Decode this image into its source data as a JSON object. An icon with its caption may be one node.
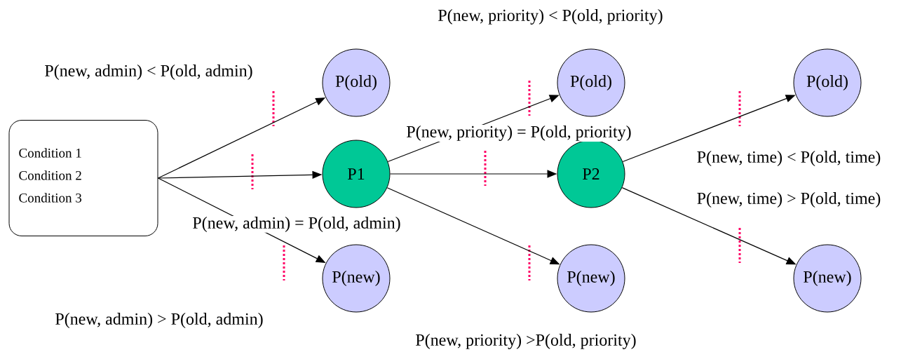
{
  "diagram": {
    "nodes": [
      {
        "text": [
          "Condition 1",
          "Condition 2",
          "Condition 3"
        ]
      },
      {
        "text": [
          "P(old)"
        ]
      },
      {
        "text": [
          "P1"
        ]
      },
      {
        "text": [
          "P(new)"
        ]
      },
      {
        "text": [
          "P(old)"
        ]
      },
      {
        "text": [
          "P2"
        ]
      },
      {
        "text": [
          "P(new)"
        ]
      },
      {
        "text": [
          "P(old)"
        ]
      },
      {
        "text": [
          "P(new)"
        ]
      }
    ],
    "edges": [
      {
        "from": 0,
        "to": 1,
        "arrow": "to"
      },
      {
        "from": 0,
        "to": 2,
        "arrow": "to"
      },
      {
        "from": 0,
        "to": 3,
        "arrow": "to"
      },
      {
        "from": 2,
        "to": 4,
        "arrow": "to"
      },
      {
        "from": 2,
        "to": 5,
        "arrow": "to"
      },
      {
        "from": 2,
        "to": 6,
        "arrow": "to"
      },
      {
        "from": 5,
        "to": 7,
        "arrow": "to"
      },
      {
        "from": 5,
        "to": 8,
        "arrow": "to"
      }
    ],
    "labels": [
      "P(new, priority) < P(old, priority)",
      "P(new, admin) < P(old, admin)",
      "P(new, priority) = P(old, priority)",
      "P(new, time) < P(old, time)",
      "P(new, time) > P(old, time)",
      "P(new, admin) = P(old, admin)",
      "P(new, admin) > P(old, admin)",
      "P(new, priority) >P(old, priority)"
    ]
  }
}
